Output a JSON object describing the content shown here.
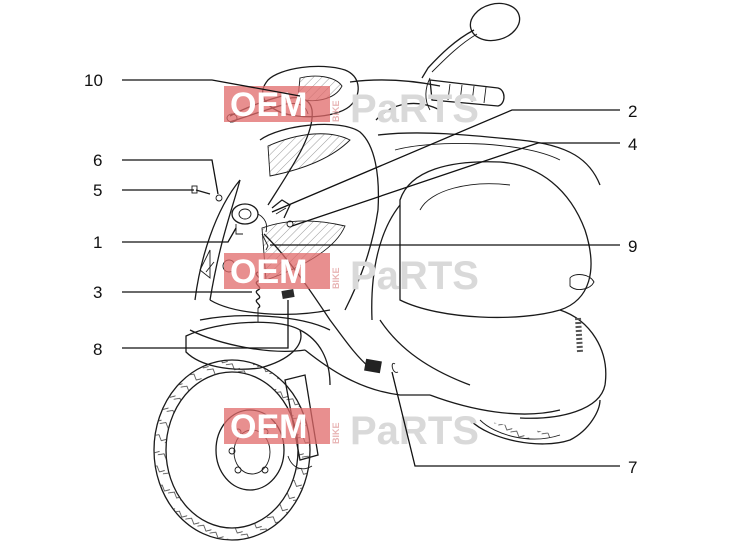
{
  "callouts": [
    {
      "id": "10",
      "label": "10"
    },
    {
      "id": "2",
      "label": "2"
    },
    {
      "id": "4",
      "label": "4"
    },
    {
      "id": "6",
      "label": "6"
    },
    {
      "id": "5",
      "label": "5"
    },
    {
      "id": "1",
      "label": "1"
    },
    {
      "id": "9",
      "label": "9"
    },
    {
      "id": "3",
      "label": "3"
    },
    {
      "id": "8",
      "label": "8"
    },
    {
      "id": "7",
      "label": "7"
    }
  ],
  "watermark": {
    "left": "OEM",
    "small": "BIKE",
    "right": "PaRTS"
  },
  "colors": {
    "watermark_red": "#e06a6a",
    "line": "#1a1a1a",
    "hatch": "#c8c8c8"
  }
}
